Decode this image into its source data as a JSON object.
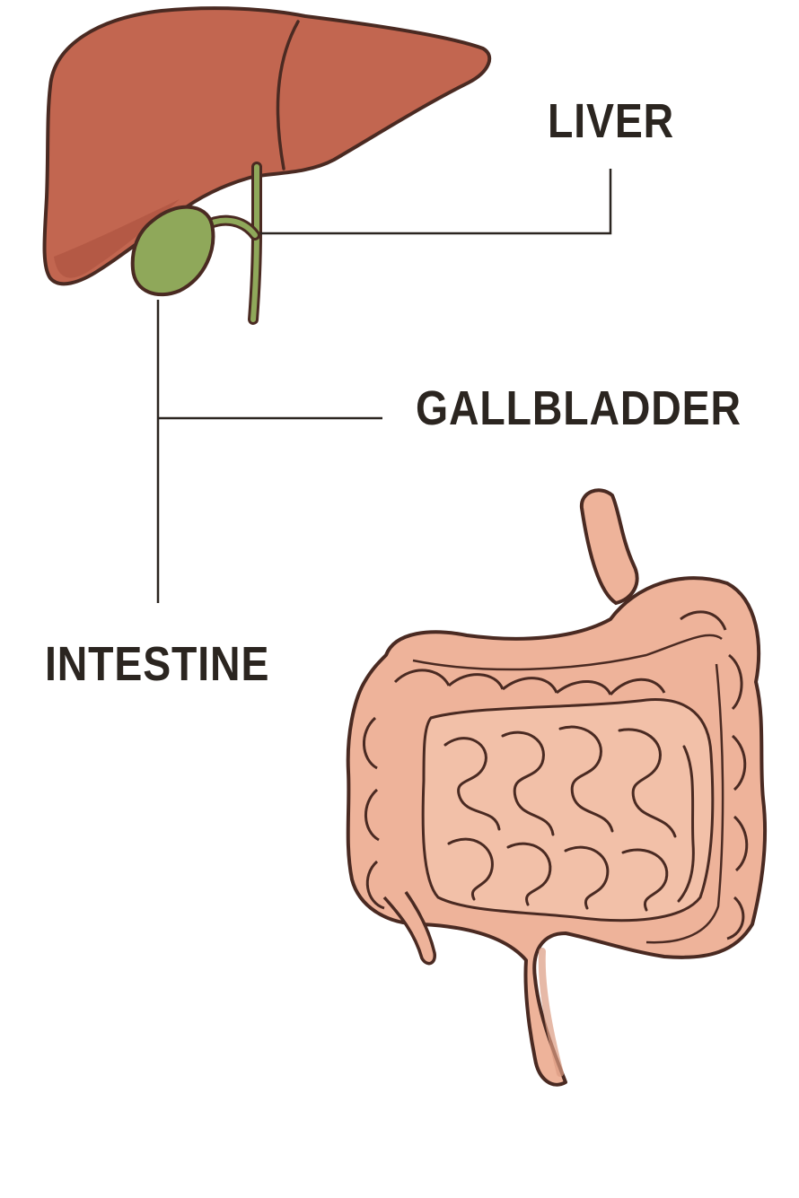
{
  "labels": {
    "liver": "LIVER",
    "gallbladder": "GALLBLADDER",
    "intestine": "INTESTINE"
  },
  "colors": {
    "liver_fill": "#c26650",
    "liver_shade": "#a94f3d",
    "gallbladder_fill": "#8fa85a",
    "intestine_fill": "#eeb39a",
    "intestine_shade": "#dc9b82",
    "outline": "#4a2a22",
    "leader_line": "#2b2520",
    "text": "#2b2520"
  }
}
